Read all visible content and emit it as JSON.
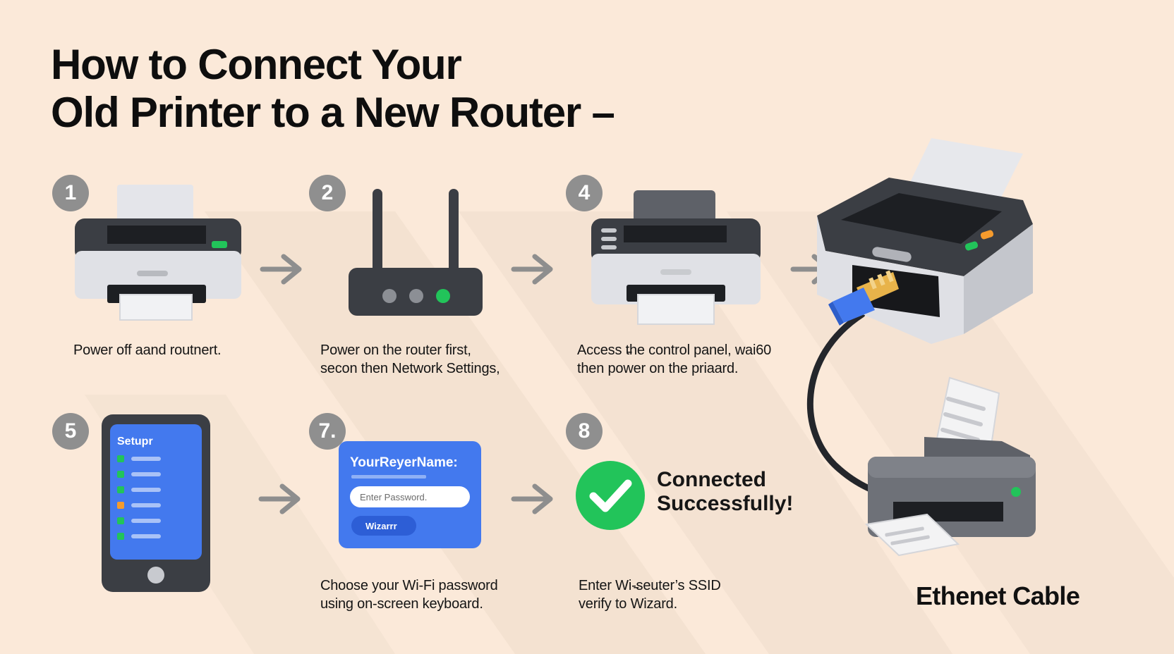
{
  "title": {
    "line1": "How to Connect Your",
    "line2": "Old Printer to a New Router –"
  },
  "steps": [
    {
      "number": "1",
      "caption_lines": [
        "Power off aand routnert."
      ]
    },
    {
      "number": "2",
      "caption_lines": [
        "Power on the router first,",
        "secon then Network Settings,"
      ]
    },
    {
      "number": "4",
      "caption_lines": [
        "Access t̵he control panel, wai60",
        "then power on the priaard."
      ]
    },
    {
      "number": "5",
      "screen_title": "Setupr"
    },
    {
      "number": "7.",
      "form_title": "YourReyerName:",
      "password_placeholder": "Enter Password.",
      "button_label": "Wizarrr",
      "caption_lines": [
        "Choose your Wi-Fi password",
        "using on-screen keyboard."
      ]
    },
    {
      "number": "8",
      "status_lines": [
        "Connected",
        "Successfully!"
      ],
      "caption_lines": [
        "Enter Wi-̵seuter’s SSID",
        "verify to Wizard."
      ]
    }
  ],
  "ethernet": {
    "label": "Ethenet Cable"
  },
  "colors": {
    "background": "#fbe9d9",
    "badge": "#8f8f8f",
    "device_dark": "#3c3f45",
    "device_light": "#e2e3e7",
    "accent_green": "#22c45a",
    "accent_blue": "#4379ee",
    "accent_orange": "#f59b2d",
    "arrow": "#8e8e8e"
  },
  "icons": [
    "printer-icon",
    "router-icon",
    "arrow-right-icon",
    "phone-icon",
    "checkmark-icon",
    "ethernet-plug-icon"
  ]
}
